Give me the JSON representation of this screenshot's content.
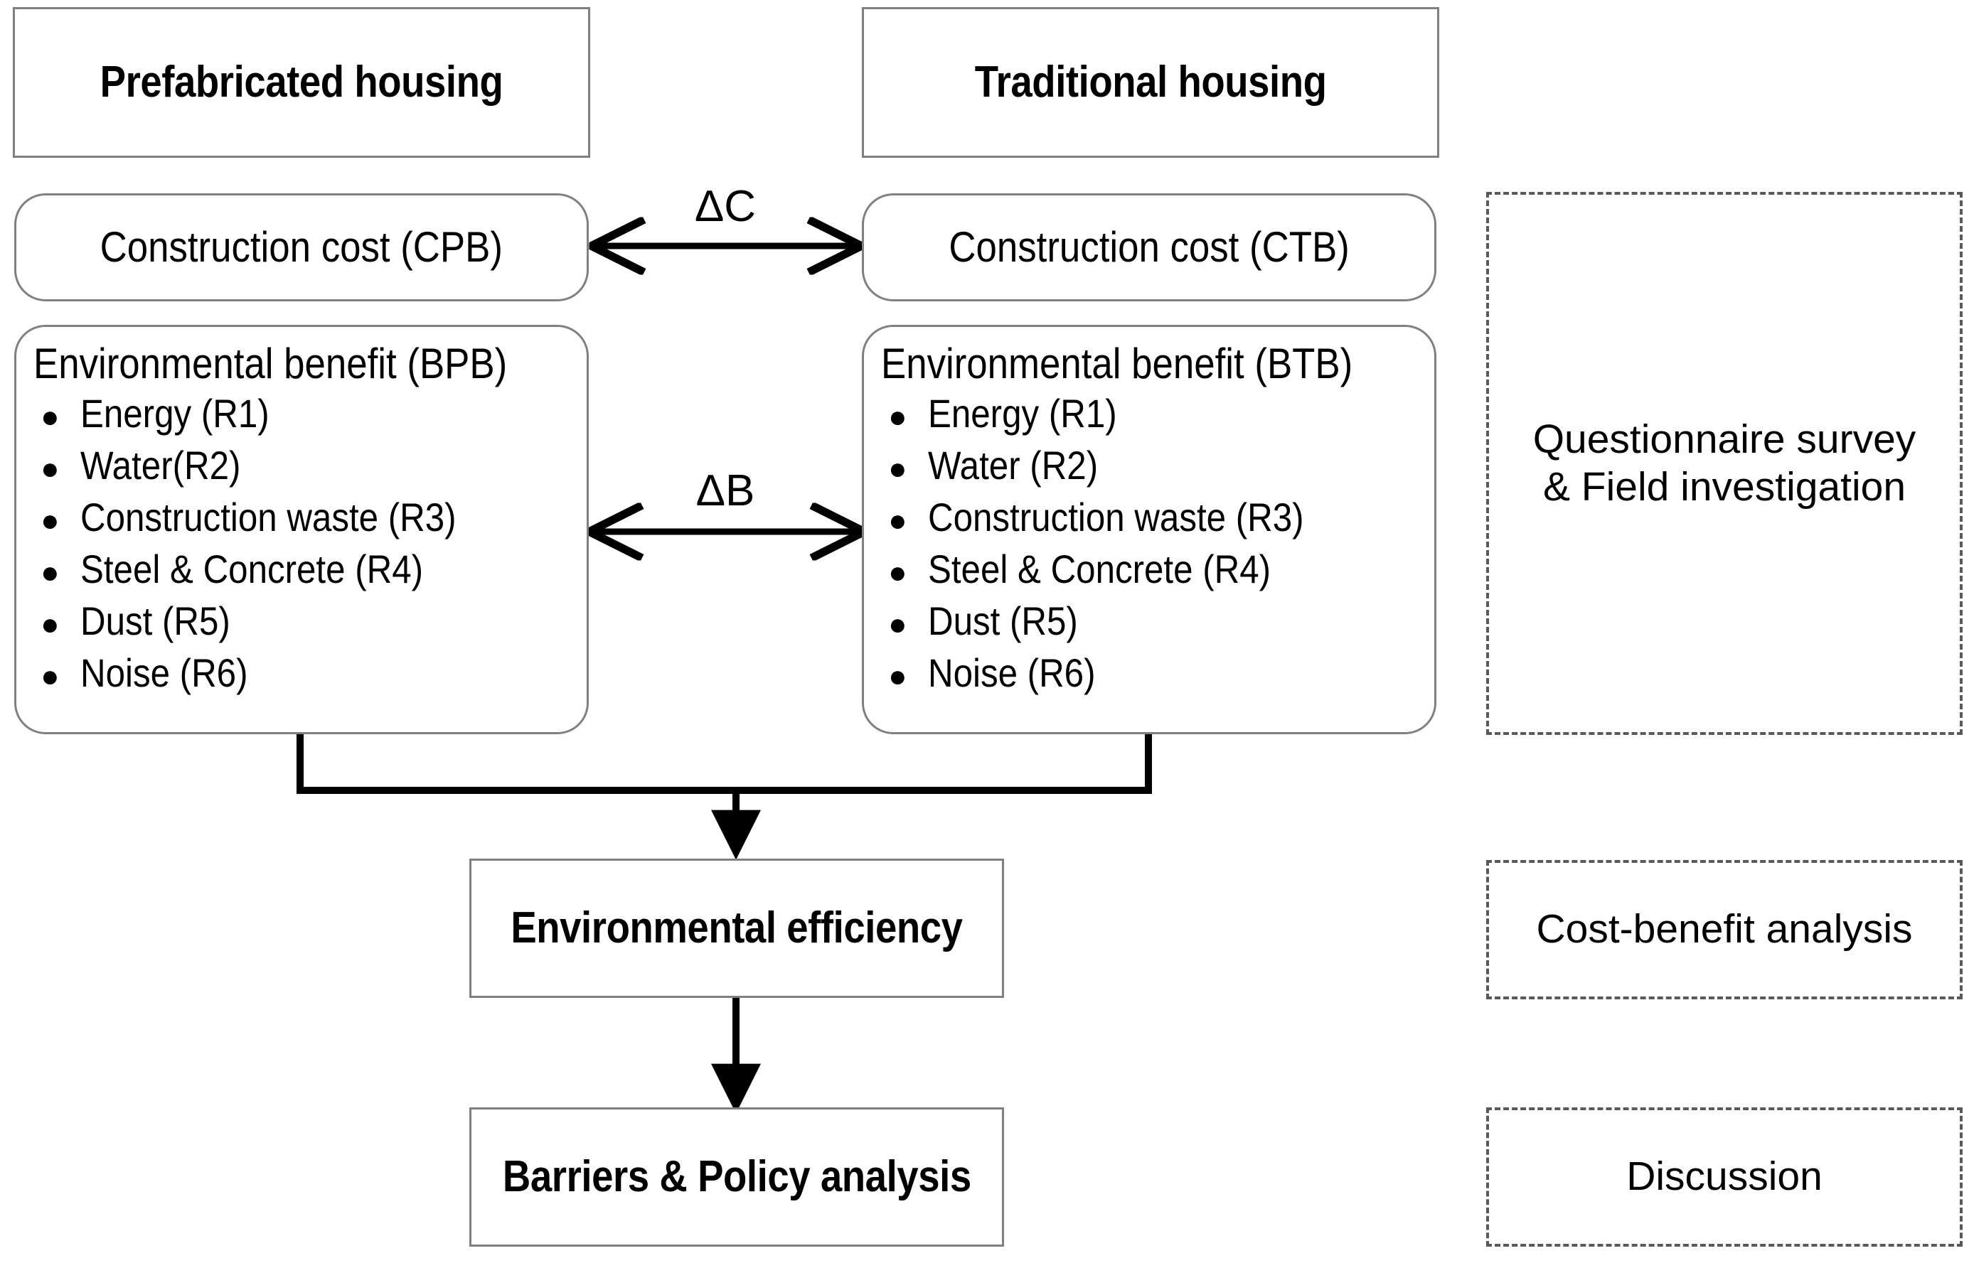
{
  "diagram": {
    "title_boxes": [
      {
        "id": "prefab",
        "label": "Prefabricated housing"
      },
      {
        "id": "traditional",
        "label": "Traditional housing"
      }
    ],
    "cost_boxes": [
      {
        "id": "cpb",
        "label": "Construction cost (CPB)"
      },
      {
        "id": "ctb",
        "label": "Construction cost (CTB)"
      }
    ],
    "benefit_boxes": [
      {
        "id": "bpb",
        "title": "Environmental benefit (BPB)",
        "bullet_glyph": "●",
        "items": [
          "Energy (R1)",
          "Water(R2)",
          "Construction waste (R3)",
          "Steel & Concrete (R4)",
          "Dust (R5)",
          "Noise (R6)"
        ]
      },
      {
        "id": "btb",
        "title": "Environmental benefit (BTB)",
        "bullet_glyph": "●",
        "items": [
          "Energy (R1)",
          "Water (R2)",
          "Construction waste (R3)",
          "Steel & Concrete (R4)",
          "Dust (R5)",
          "Noise (R6)"
        ]
      }
    ],
    "delta_labels": [
      {
        "id": "delta-c",
        "label": "ΔC"
      },
      {
        "id": "delta-b",
        "label": "ΔB"
      }
    ],
    "result_boxes": [
      {
        "id": "environmental-efficiency",
        "label": "Environmental efficiency"
      },
      {
        "id": "barriers-policy",
        "label": "Barriers & Policy analysis"
      }
    ],
    "method_boxes": [
      {
        "id": "questionnaire",
        "label": "Questionnaire survey\n& Field investigation"
      },
      {
        "id": "cost-benefit",
        "label": "Cost-benefit analysis"
      },
      {
        "id": "discussion",
        "label": "Discussion"
      }
    ],
    "colors": {
      "background": "#ffffff",
      "solid_border": "#808080",
      "dashed_border": "#595959",
      "connector": "#000000",
      "text": "#000000"
    }
  }
}
